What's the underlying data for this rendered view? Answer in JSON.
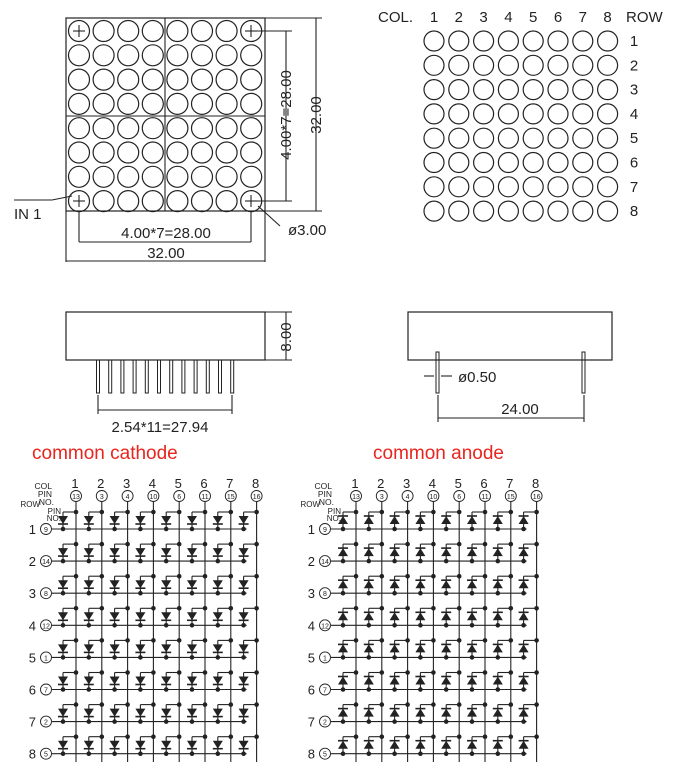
{
  "front_view": {
    "in_label": "IN 1",
    "dim_inner_h": "4.00*7=28.00",
    "dim_outer_h": "32.00",
    "dim_inner_v": "4.00*7=28.00",
    "dim_outer_v": "32.00",
    "diameter": "ø3.00"
  },
  "grid_view": {
    "col_label": "COL.",
    "row_label": "ROW",
    "cols": [
      "1",
      "2",
      "3",
      "4",
      "5",
      "6",
      "7",
      "8"
    ],
    "rows": [
      "1",
      "2",
      "3",
      "4",
      "5",
      "6",
      "7",
      "8"
    ]
  },
  "side_view": {
    "height": "8.00",
    "pitch": "2.54*11=27.94"
  },
  "end_view": {
    "pin_diameter": "ø0.50",
    "width": "24.00"
  },
  "schematics": {
    "col_heading": "COL",
    "pin_heading": "PIN",
    "no_heading": "NO.",
    "row_heading": "ROW",
    "cathode_title": "common cathode",
    "anode_title": "common anode",
    "col_numbers": [
      "1",
      "2",
      "3",
      "4",
      "5",
      "6",
      "7",
      "8"
    ],
    "col_pins": [
      "13",
      "3",
      "4",
      "10",
      "6",
      "11",
      "15",
      "16"
    ],
    "row_numbers": [
      "1",
      "2",
      "3",
      "4",
      "5",
      "6",
      "7",
      "8"
    ],
    "row_pins": [
      "9",
      "14",
      "8",
      "12",
      "1",
      "7",
      "2",
      "5"
    ],
    "title_color": "#e8251e"
  }
}
